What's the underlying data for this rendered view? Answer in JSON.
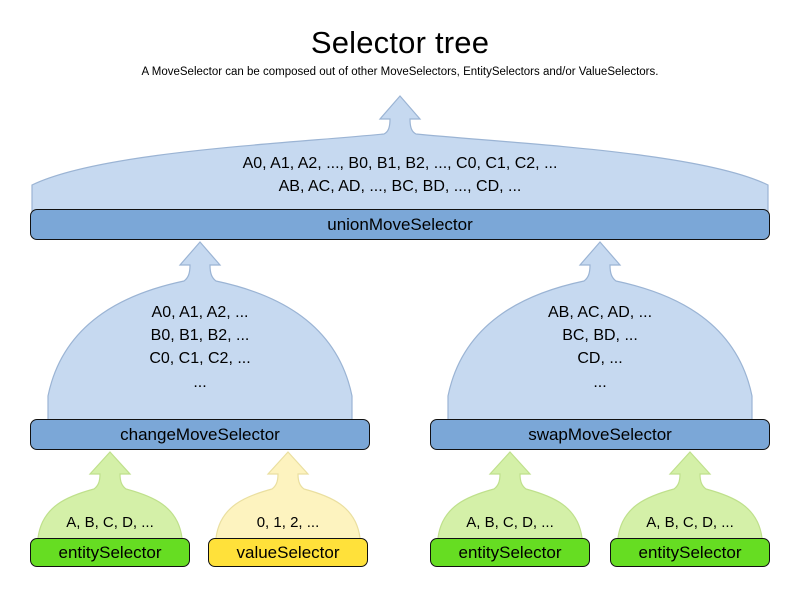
{
  "header": {
    "title": "Selector tree",
    "subtitle": "A MoveSelector can be composed out of other MoveSelectors, EntitySelectors and/or ValueSelectors."
  },
  "colors": {
    "body_blue": "#c6d9f0",
    "bar_blue": "#7ba7d7",
    "body_green": "#d4f0a8",
    "bar_green": "#66dd22",
    "body_yellow": "#fdf3bf",
    "bar_yellow": "#ffe13a",
    "outline": "#111111",
    "body_outline": "#9bb4d4",
    "background": "#ffffff"
  },
  "diagram": {
    "type": "tree",
    "nodes": [
      {
        "id": "unionMoveSelector",
        "label": "unionMoveSelector",
        "kind": "move-selector",
        "color": "blue",
        "level": 0,
        "lines": [
          "A0, A1, A2, ..., B0, B1, B2, ..., C0, C1, C2, ...",
          "AB, AC, AD, ..., BC, BD, ..., CD, ..."
        ],
        "children": [
          "changeMoveSelector",
          "swapMoveSelector"
        ]
      },
      {
        "id": "changeMoveSelector",
        "label": "changeMoveSelector",
        "kind": "move-selector",
        "color": "blue",
        "level": 1,
        "lines": [
          "A0, A1, A2, ...",
          "B0, B1, B2, ...",
          "C0, C1, C2, ...",
          "..."
        ],
        "children": [
          "entitySelector-1",
          "valueSelector-1"
        ]
      },
      {
        "id": "swapMoveSelector",
        "label": "swapMoveSelector",
        "kind": "move-selector",
        "color": "blue",
        "level": 1,
        "lines": [
          "AB, AC, AD, ...",
          "BC, BD, ...",
          "CD, ...",
          "..."
        ],
        "children": [
          "entitySelector-2",
          "entitySelector-3"
        ]
      },
      {
        "id": "entitySelector-1",
        "label": "entitySelector",
        "kind": "entity-selector",
        "color": "green",
        "level": 2,
        "lines": [
          "A, B, C, D, ..."
        ],
        "children": []
      },
      {
        "id": "valueSelector-1",
        "label": "valueSelector",
        "kind": "value-selector",
        "color": "yellow",
        "level": 2,
        "lines": [
          "0, 1, 2, ..."
        ],
        "children": []
      },
      {
        "id": "entitySelector-2",
        "label": "entitySelector",
        "kind": "entity-selector",
        "color": "green",
        "level": 2,
        "lines": [
          "A, B, C, D, ..."
        ],
        "children": []
      },
      {
        "id": "entitySelector-3",
        "label": "entitySelector",
        "kind": "entity-selector",
        "color": "green",
        "level": 2,
        "lines": [
          "A, B, C, D, ..."
        ],
        "children": []
      }
    ]
  }
}
